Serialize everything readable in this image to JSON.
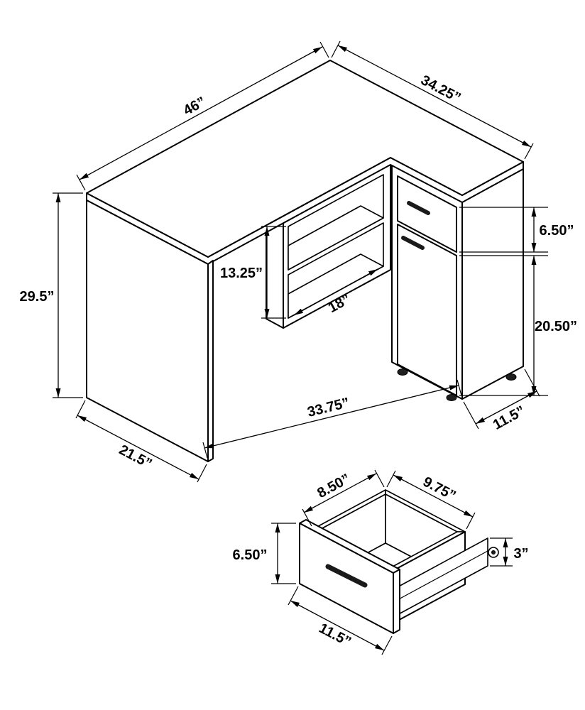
{
  "colors": {
    "ink": "#000000",
    "paper": "#ffffff"
  },
  "views": {
    "assembled": {
      "dims": {
        "length": "46”",
        "return_depth": "34.25”",
        "height": "29.5”",
        "side_depth": "21.5”",
        "front_span": "33.75”",
        "cabinet_width": "11.5”",
        "shelf_opening_height": "13.25”",
        "shelf_opening_width": "18”",
        "drawer_height": "6.50”",
        "door_height": "20.50”"
      }
    },
    "drawer_detail": {
      "dims": {
        "inner_depth": "8.50”",
        "inner_width": "9.75”",
        "front_height": "6.50”",
        "rail_height": "3”",
        "front_width": "11.5”"
      }
    }
  }
}
